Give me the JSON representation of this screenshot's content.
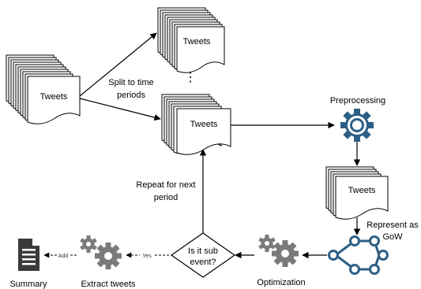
{
  "diagram": {
    "tweets_source": "Tweets",
    "tweets_top": "Tweets",
    "ellipsis": "⋮",
    "tweets_period": "Tweets",
    "tweets_preprocessed": "Tweets",
    "split_label_line1": "Split to time",
    "split_label_line2": "periods",
    "preprocessing_label": "Preprocessing",
    "represent_label_line1": "Represent as",
    "represent_label_line2": "GoW",
    "optimization_label": "Optimization",
    "decision_line1": "Is it sub",
    "decision_line2": "event?",
    "yes_label": "Yes",
    "repeat_label_line1": "Repeat for next",
    "repeat_label_line2": "period",
    "extract_label": "Extract tweets",
    "add_label": "Add",
    "summary_label": "Summary"
  },
  "icons": {
    "preprocessing": "gear-icon",
    "graph": "graph-of-words-icon",
    "optimization": "gears-icon",
    "extract": "gears-icon",
    "summary": "document-icon"
  },
  "colors": {
    "gear_blue": "#2c5f86",
    "gear_gray": "#7a7a7a",
    "line": "#000000"
  }
}
